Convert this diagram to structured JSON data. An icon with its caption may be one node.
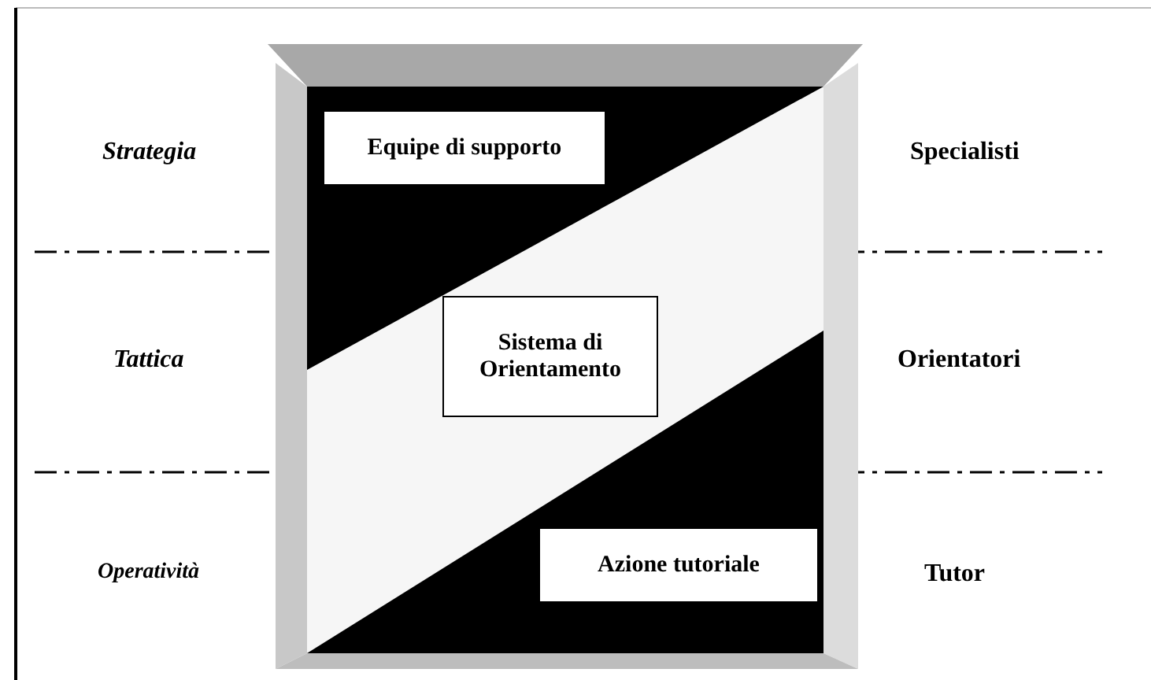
{
  "diagram": {
    "nodes": [
      {
        "text": [
          "Equipe di supporto"
        ]
      },
      {
        "text": [
          "Sistema di Orientamento"
        ]
      },
      {
        "text": [
          "Azione tutoriale"
        ]
      }
    ],
    "labels": [
      "Strategia",
      "Specialisti",
      "Tattica",
      "Orientatori",
      "Operatività",
      "Tutor"
    ]
  }
}
